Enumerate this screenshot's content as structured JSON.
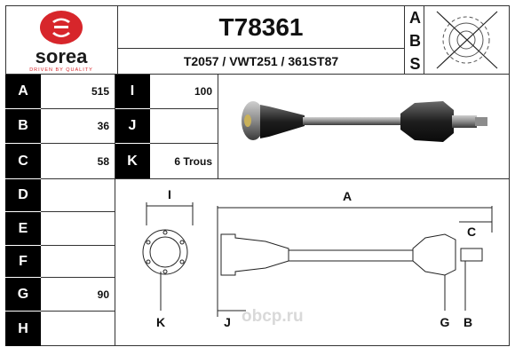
{
  "header": {
    "part_number": "T78361",
    "cross_references": "T2057 / VWT251 / 361ST87",
    "abs_letters": [
      "A",
      "B",
      "S"
    ]
  },
  "brand": {
    "name": "sorea",
    "tagline": "DRIVEN BY QUALITY",
    "color": "#d7262b"
  },
  "spec_left": [
    {
      "label": "A",
      "value": "515"
    },
    {
      "label": "B",
      "value": "36"
    },
    {
      "label": "C",
      "value": "58"
    },
    {
      "label": "D",
      "value": ""
    },
    {
      "label": "E",
      "value": ""
    },
    {
      "label": "F",
      "value": ""
    },
    {
      "label": "G",
      "value": "90"
    },
    {
      "label": "H",
      "value": ""
    }
  ],
  "spec_right": [
    {
      "label": "I",
      "value": "100"
    },
    {
      "label": "J",
      "value": ""
    },
    {
      "label": "K",
      "value": "6 Trous"
    }
  ],
  "drawing_labels": {
    "i": "I",
    "a": "A",
    "c": "C",
    "k": "K",
    "j": "J",
    "g": "G",
    "b": "B"
  },
  "watermark": "оbcp.ru"
}
